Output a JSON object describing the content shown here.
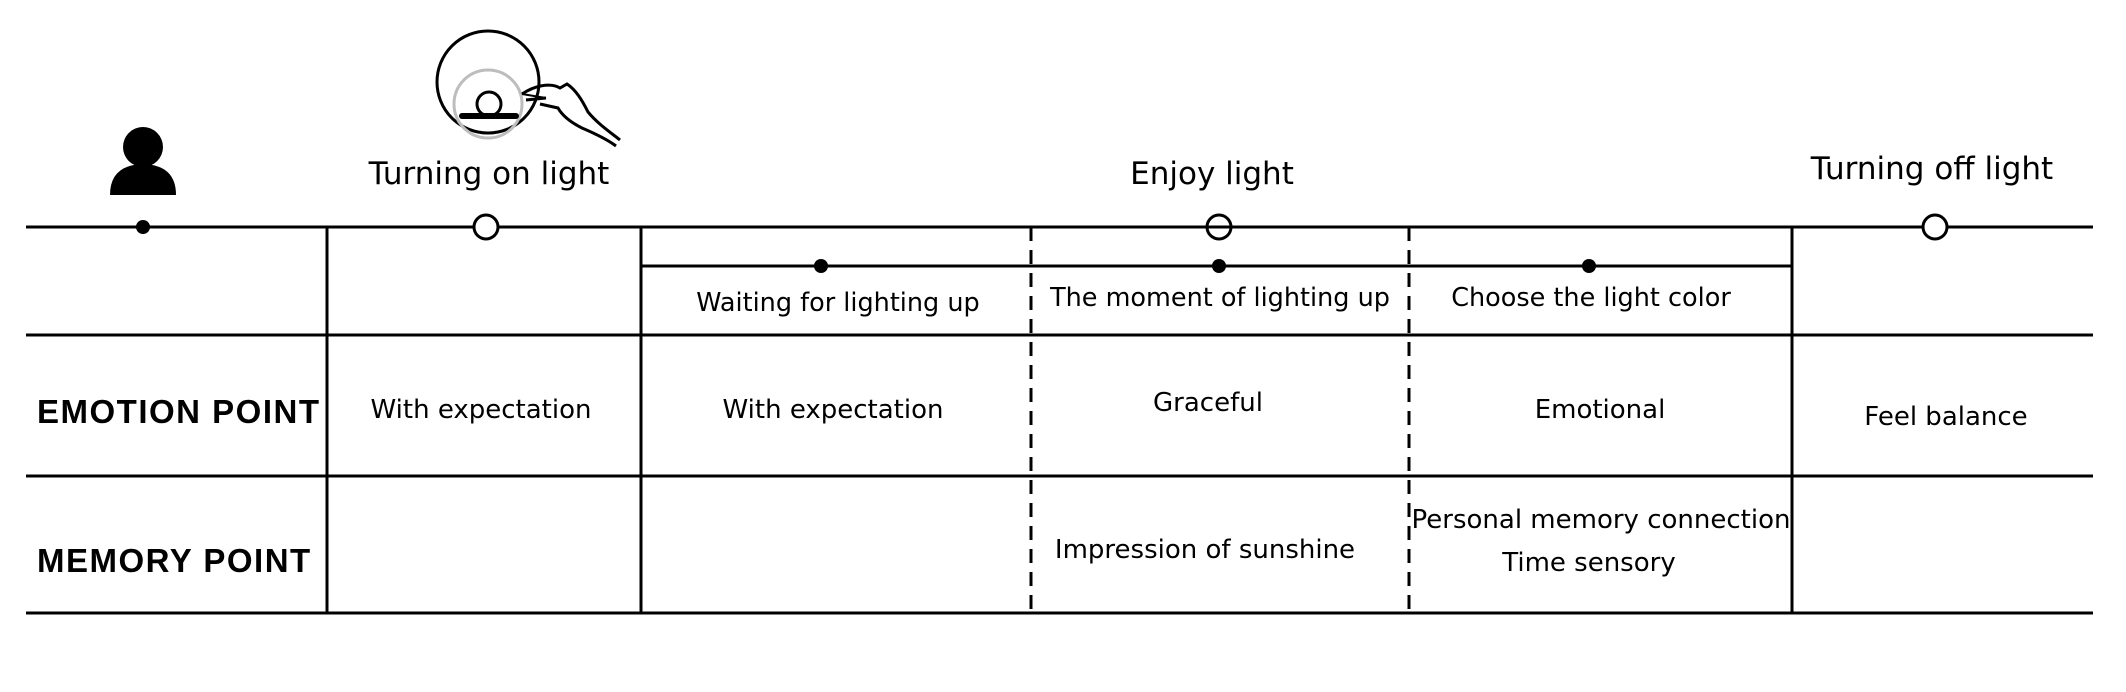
{
  "icons": {
    "user": "person-icon",
    "lamp": "lamp-touch-icon"
  },
  "stages": [
    {
      "title": "Turning on light"
    },
    {
      "title": "Enjoy light"
    },
    {
      "title": "Turning off light"
    }
  ],
  "sub_steps": [
    {
      "label": "Waiting for lighting up"
    },
    {
      "label": "The moment of lighting up"
    },
    {
      "label": "Choose the light color"
    }
  ],
  "rows": {
    "emotion": {
      "label": "EMOTION POINT",
      "cells": [
        "With expectation",
        "With expectation",
        "Graceful",
        "Emotional",
        "Feel balance"
      ]
    },
    "memory": {
      "label": "MEMORY POINT",
      "cells": [
        "",
        "",
        "Impression of sunshine",
        "Personal memory connection",
        "Time sensory"
      ]
    }
  },
  "colors": {
    "line": "#000000",
    "lamp_inner_ring": "#bdbdbd",
    "background": "#ffffff"
  }
}
